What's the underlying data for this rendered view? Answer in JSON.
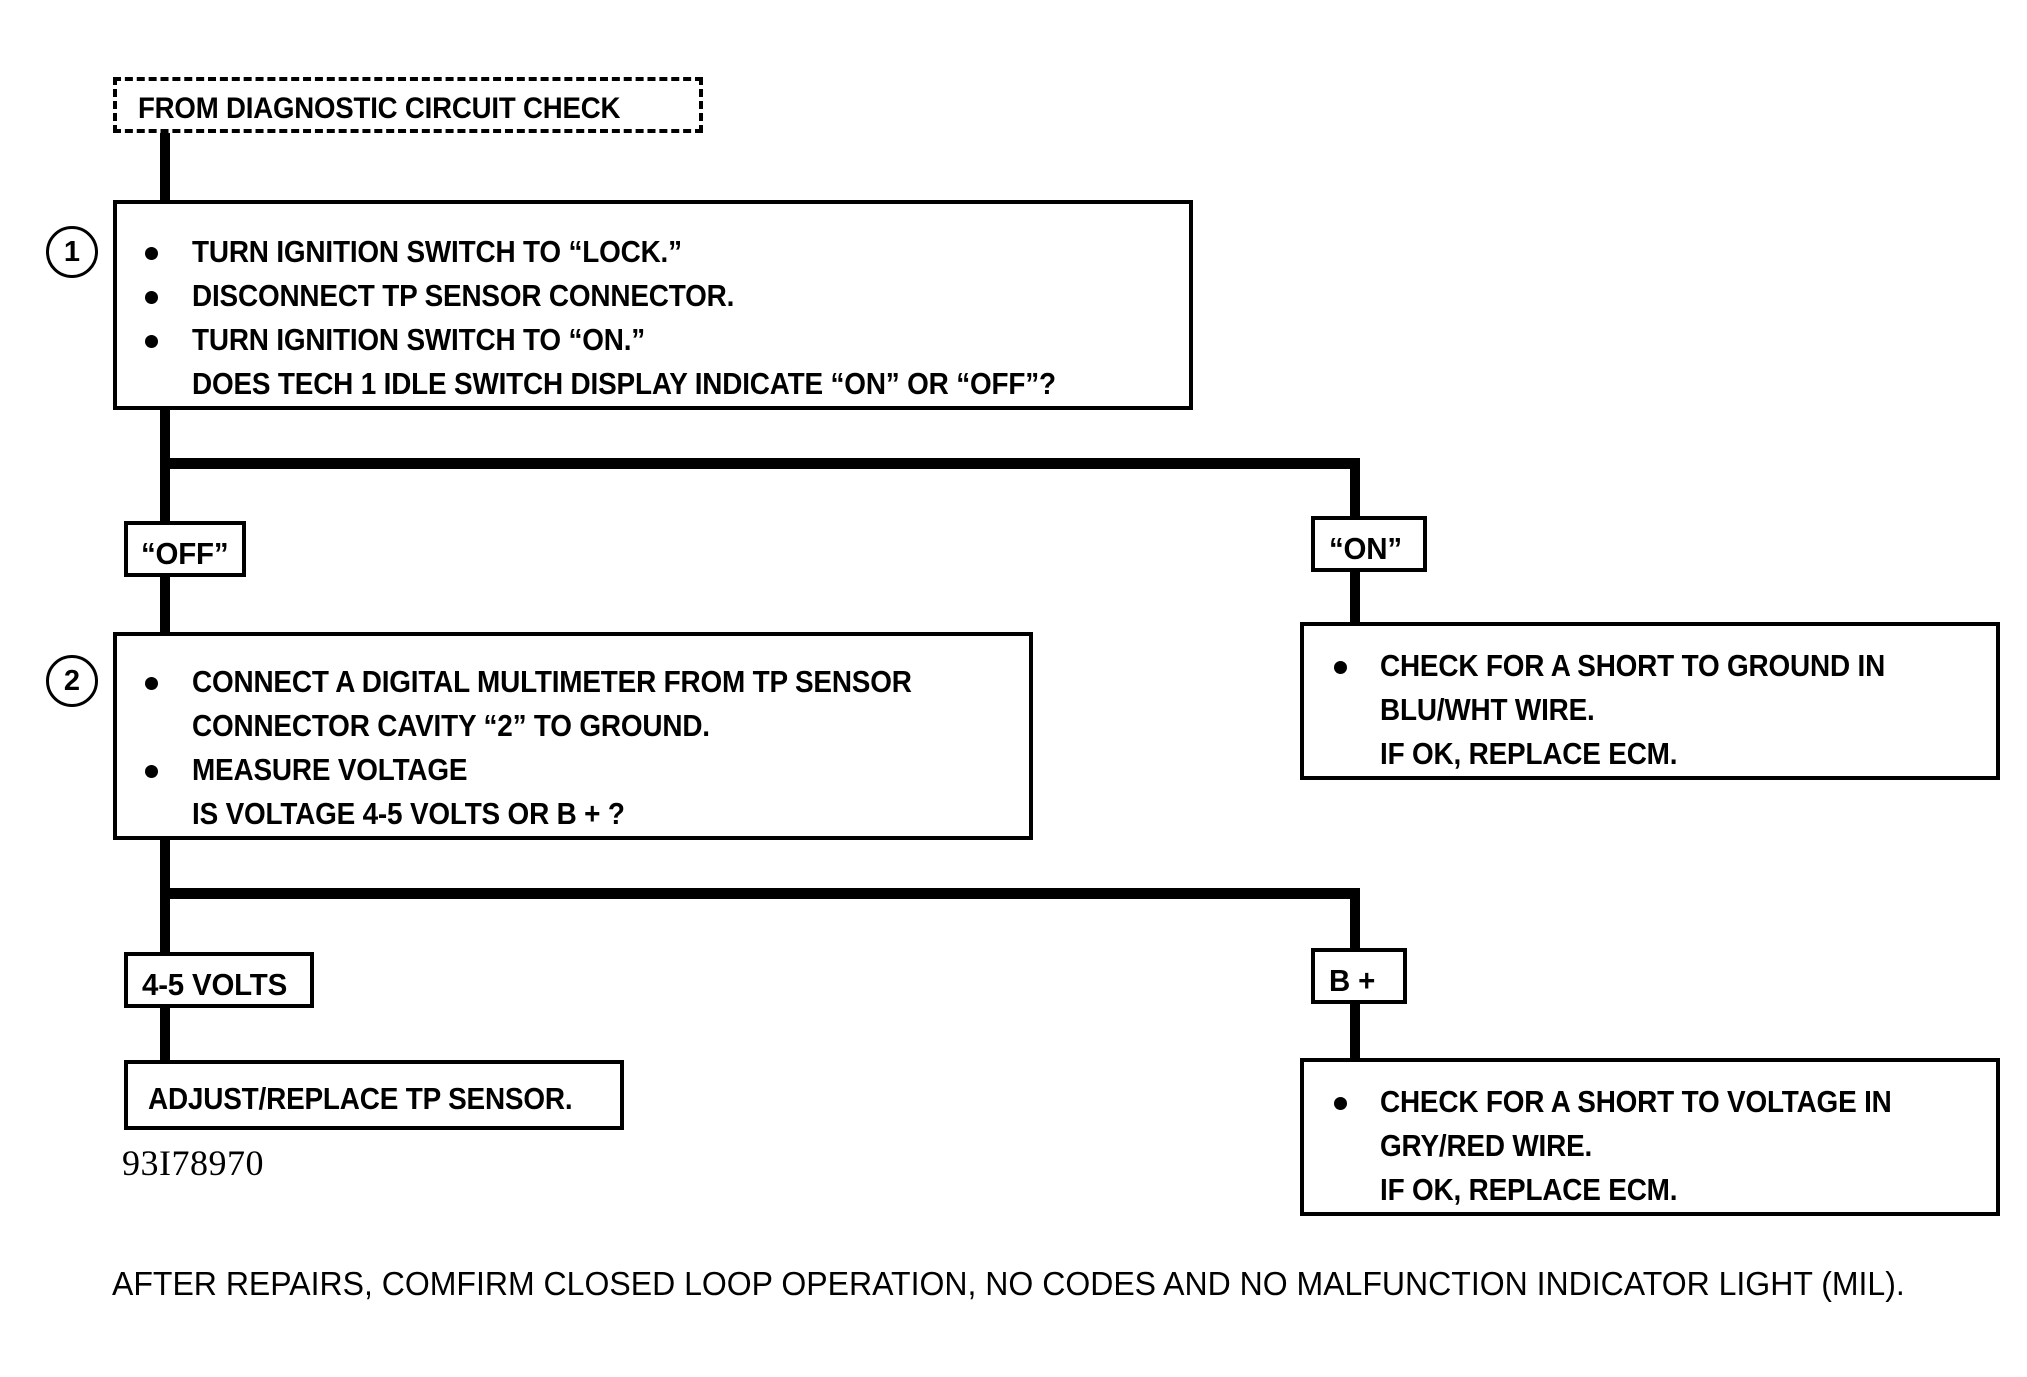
{
  "figure": {
    "id_code": "93I78970",
    "footer_note": "AFTER REPAIRS, COMFIRM CLOSED LOOP OPERATION, NO CODES AND NO MALFUNCTION INDICATOR LIGHT (MIL)."
  },
  "entry": {
    "label": "FROM DIAGNOSTIC CIRCUIT CHECK"
  },
  "steps": [
    {
      "number": "1",
      "bullets": [
        {
          "lines": [
            "TURN IGNITION SWITCH TO “LOCK.”"
          ]
        },
        {
          "lines": [
            "DISCONNECT TP SENSOR CONNECTOR."
          ]
        },
        {
          "lines": [
            "TURN IGNITION SWITCH TO “ON.”",
            "DOES TECH 1 IDLE SWITCH DISPLAY INDICATE “ON” OR “OFF”?"
          ]
        }
      ]
    },
    {
      "number": "2",
      "bullets": [
        {
          "lines": [
            "CONNECT A DIGITAL MULTIMETER FROM TP SENSOR",
            "CONNECTOR CAVITY “2” TO GROUND."
          ]
        },
        {
          "lines": [
            "MEASURE VOLTAGE",
            "IS VOLTAGE 4-5 VOLTS OR B + ?"
          ]
        }
      ]
    }
  ],
  "branch_labels": {
    "off": "“OFF”",
    "on": "“ON”",
    "volts_4_5": "4-5 VOLTS",
    "b_plus": "B +"
  },
  "results": {
    "short_to_ground": {
      "lines": [
        "CHECK FOR A SHORT TO GROUND IN",
        "BLU/WHT WIRE.",
        "IF OK, REPLACE ECM."
      ]
    },
    "adjust_replace": {
      "lines": [
        "ADJUST/REPLACE TP SENSOR."
      ]
    },
    "short_to_voltage": {
      "lines": [
        "CHECK FOR A SHORT TO VOLTAGE IN",
        "GRY/RED WIRE.",
        "IF OK, REPLACE ECM."
      ]
    }
  },
  "colors": {
    "ink": "#000000",
    "paper": "#ffffff"
  },
  "diagram": {
    "type": "flowchart",
    "title": "TP Sensor Circuit Diagnostic Flowchart",
    "flow": [
      {
        "from": "entry",
        "to": "step-1"
      },
      {
        "from": "step-1",
        "to": "off-label",
        "condition": "“OFF”"
      },
      {
        "from": "step-1",
        "to": "on-label",
        "condition": "“ON”"
      },
      {
        "from": "off-label",
        "to": "step-2"
      },
      {
        "from": "on-label",
        "to": "short-to-ground-box"
      },
      {
        "from": "step-2",
        "to": "volts-label",
        "condition": "4-5 VOLTS"
      },
      {
        "from": "step-2",
        "to": "bplus-label",
        "condition": "B +"
      },
      {
        "from": "volts-label",
        "to": "adjust-replace-box"
      },
      {
        "from": "bplus-label",
        "to": "short-to-voltage-box"
      }
    ]
  }
}
